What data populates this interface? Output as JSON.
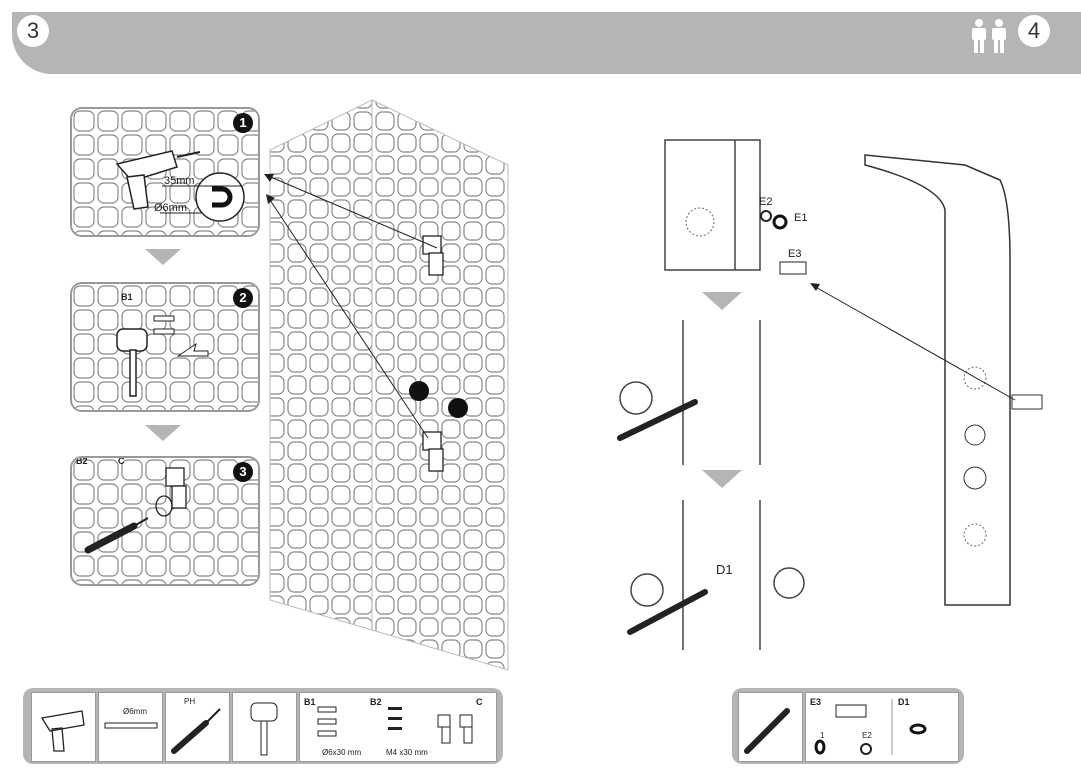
{
  "header": {
    "page_left": "3",
    "page_right": "4",
    "people_icon": "two-persons-icon",
    "bar_color": "#b5b5b5"
  },
  "steps": [
    {
      "number": "1",
      "measure_top": "35mm",
      "measure_bottom": "Ø6mm"
    },
    {
      "number": "2",
      "part": "B1"
    },
    {
      "number": "3",
      "part_screw": "B2",
      "part_bracket": "C"
    }
  ],
  "wall_symbols": {
    "hot": "hot-water-icon",
    "cold": "cold-water-icon"
  },
  "right_labels": {
    "e1": "E1",
    "e2": "E2",
    "e3": "E3",
    "d1": "D1"
  },
  "tools_left": {
    "drill_bit": "Ø6mm",
    "screwdriver": "PH",
    "b1": "B1",
    "b1_size": "Ø6x30 mm",
    "b2": "B2",
    "b2_size": "M4 x30 mm",
    "c": "C"
  },
  "tools_right": {
    "e3": "E3",
    "e1": "1",
    "e2": "E2",
    "d1": "D1"
  }
}
